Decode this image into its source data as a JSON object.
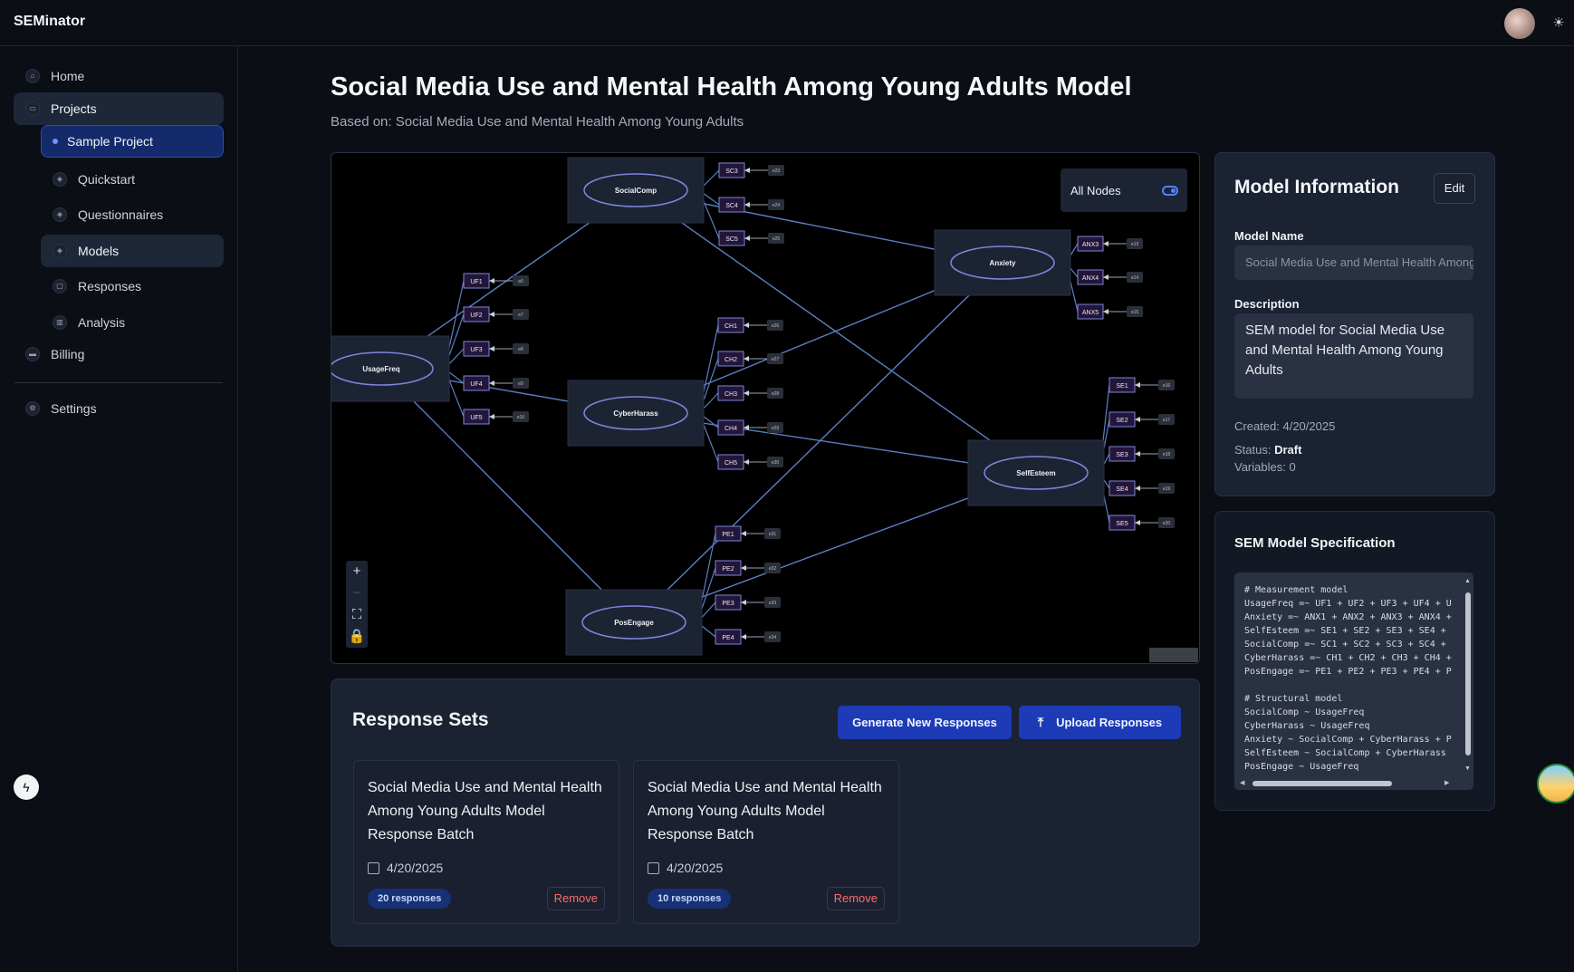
{
  "app": {
    "brand": "SEMinator"
  },
  "sidebar": {
    "items": [
      {
        "label": "Home",
        "icon": "home-icon"
      },
      {
        "label": "Projects",
        "icon": "folder-icon"
      },
      {
        "label": "Sample Project"
      },
      {
        "label": "Quickstart",
        "icon": "cube-icon"
      },
      {
        "label": "Questionnaires",
        "icon": "cube-icon"
      },
      {
        "label": "Models",
        "icon": "cube-icon"
      },
      {
        "label": "Responses",
        "icon": "chat-icon"
      },
      {
        "label": "Analysis",
        "icon": "bar-chart-icon"
      },
      {
        "label": "Billing",
        "icon": "credit-card-icon"
      },
      {
        "label": "Settings",
        "icon": "gear-icon"
      }
    ]
  },
  "page": {
    "title": "Social Media Use and Mental Health Among Young Adults Model",
    "subtitle": "Based on: Social Media Use and Mental Health Among Young Adults"
  },
  "diagram": {
    "filter_label": "All Nodes",
    "latent": [
      "SocialComp",
      "UsageFreq",
      "CyberHarass",
      "PosEngage",
      "Anxiety",
      "SelfEsteem"
    ],
    "indicators": [
      "SC3",
      "SC4",
      "SC5",
      "UF1",
      "UF2",
      "UF3",
      "UF4",
      "UF5",
      "CH1",
      "CH2",
      "CH3",
      "CH4",
      "CH5",
      "PE1",
      "PE2",
      "PE3",
      "PE4",
      "ANX3",
      "ANX4",
      "ANX5",
      "SE1",
      "SE2",
      "SE3",
      "SE4",
      "SE5"
    ],
    "errors": [
      "e23",
      "e24",
      "e25",
      "e6",
      "e7",
      "e8",
      "e9",
      "e10",
      "e26",
      "e27",
      "e28",
      "e29",
      "e30",
      "e31",
      "e32",
      "e33",
      "e34",
      "e13",
      "e14",
      "e15",
      "e16",
      "e17",
      "e18",
      "e19",
      "e20"
    ],
    "zoom_in": "+",
    "zoom_out": "−",
    "fit": "⛶",
    "lock": "🔒",
    "colors": {
      "edge": "#5b7fc4",
      "node_border": "#7d86d8",
      "indicator_fill": "#24163a"
    }
  },
  "responses": {
    "title": "Response Sets",
    "generate_label": "Generate New Responses",
    "upload_label": "Upload Responses",
    "cards": [
      {
        "title": "Social Media Use and Mental Health Among Young Adults Model Response Batch",
        "date": "4/20/2025",
        "count": "20 responses",
        "remove": "Remove"
      },
      {
        "title": "Social Media Use and Mental Health Among Young Adults Model Response Batch",
        "date": "4/20/2025",
        "count": "10 responses",
        "remove": "Remove"
      }
    ]
  },
  "info": {
    "title": "Model Information",
    "edit_label": "Edit",
    "name_label": "Model Name",
    "name_value": "Social Media Use and Mental Health Among Young Adults Model",
    "desc_label": "Description",
    "desc_value": "SEM model for Social Media Use and Mental Health Among Young Adults",
    "created": "Created: 4/20/2025",
    "status_label": "Status:",
    "status_value": "Draft",
    "variables": "Variables: 0"
  },
  "spec": {
    "title": "SEM Model Specification",
    "code": "# Measurement model\nUsageFreq =~ UF1 + UF2 + UF3 + UF4 + U\nAnxiety =~ ANX1 + ANX2 + ANX3 + ANX4 +\nSelfEsteem =~ SE1 + SE2 + SE3 + SE4 +\nSocialComp =~ SC1 + SC2 + SC3 + SC4 +\nCyberHarass =~ CH1 + CH2 + CH3 + CH4 +\nPosEngage =~ PE1 + PE2 + PE3 + PE4 + P\n\n# Structural model\nSocialComp ~ UsageFreq\nCyberHarass ~ UsageFreq\nAnxiety ~ SocialComp + CyberHarass + P\nSelfEsteem ~ SocialComp + CyberHarass\nPosEngage ~ UsageFreq"
  }
}
